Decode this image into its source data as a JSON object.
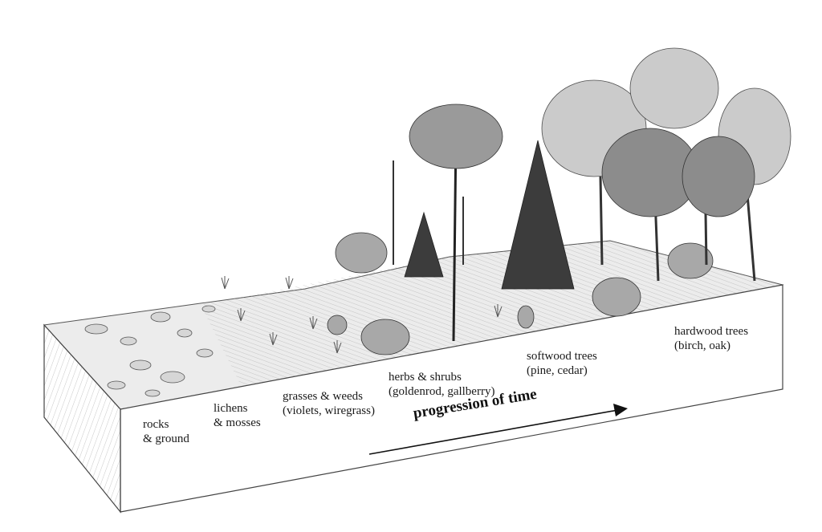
{
  "stages": [
    {
      "line1": "rocks",
      "line2": "& ground"
    },
    {
      "line1": "lichens",
      "line2": "& mosses"
    },
    {
      "line1": "grasses & weeds",
      "line2": "(violets, wiregrass)"
    },
    {
      "line1": "herbs & shrubs",
      "line2": "(goldenrod, gallberry)"
    },
    {
      "line1": "softwood trees",
      "line2": "(pine, cedar)"
    },
    {
      "line1": "hardwood trees",
      "line2": "(birch, oak)"
    }
  ],
  "arrow_label": "progression of time",
  "colors": {
    "ink": "#1a1a1a",
    "ground": "#e9e9e9",
    "grass": "#bdbdbd",
    "foliage": "#8a8a8a",
    "conifer": "#3a3a3a"
  }
}
